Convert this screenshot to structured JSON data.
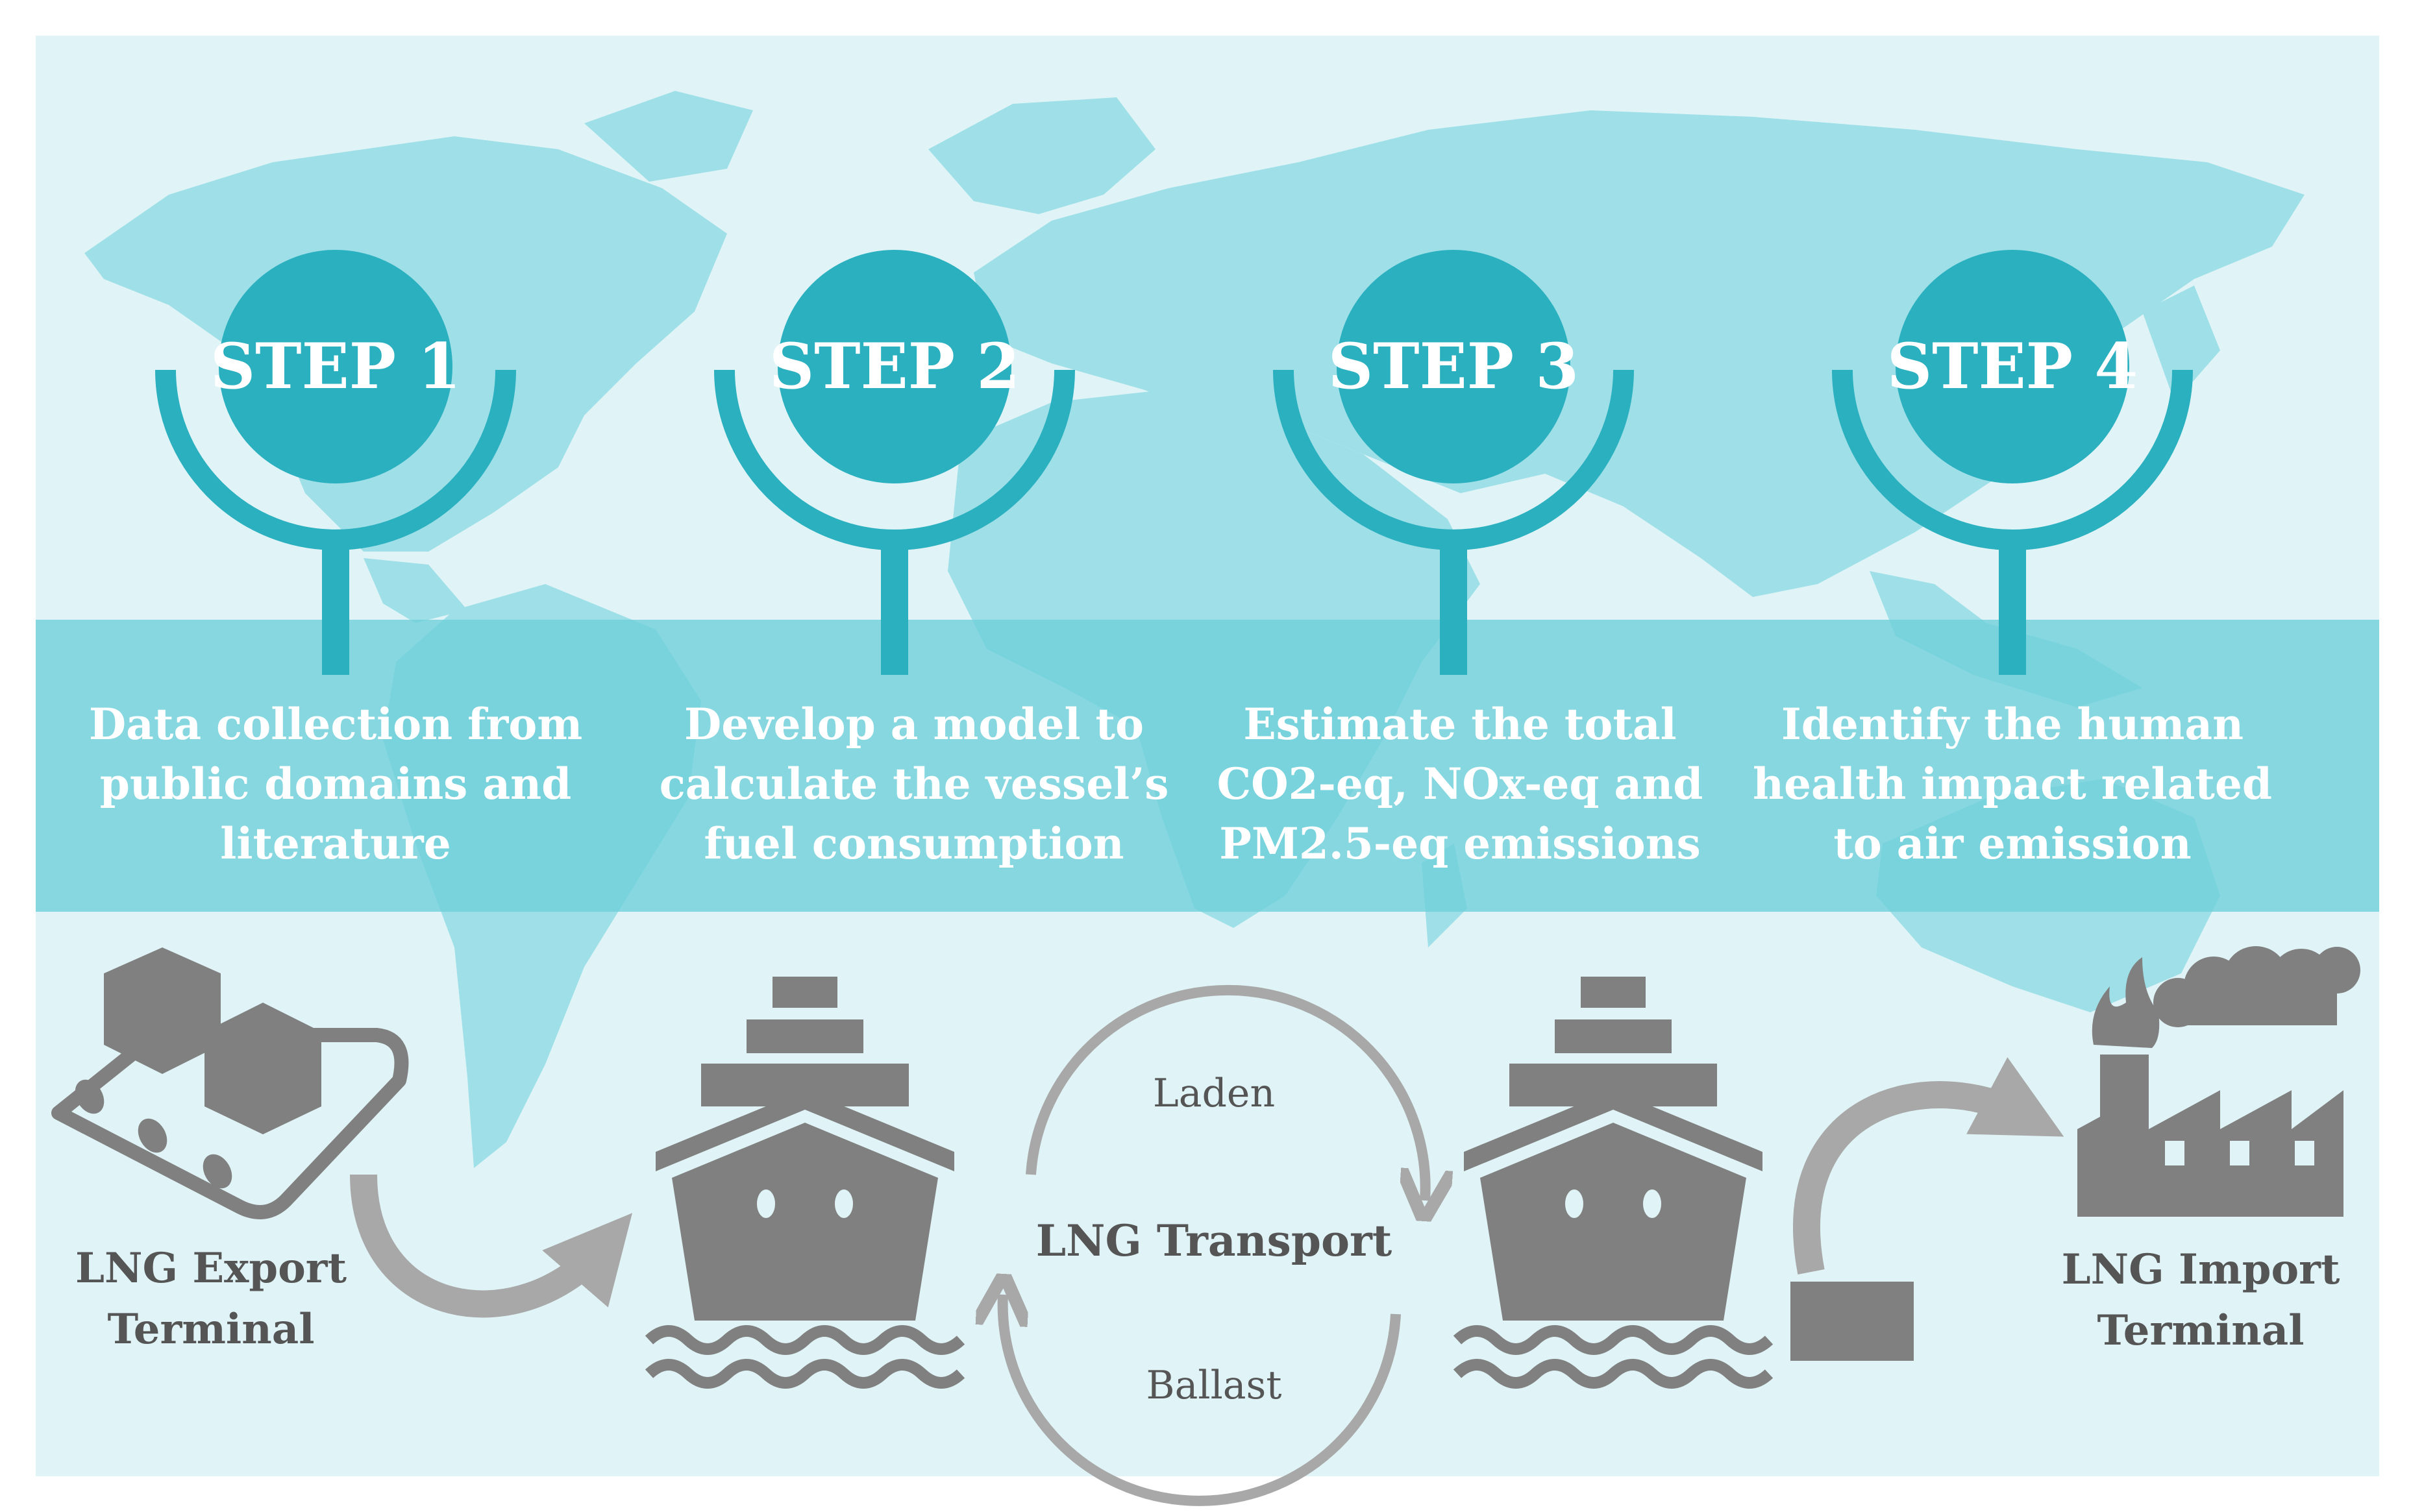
{
  "steps": [
    {
      "label": "STEP 1",
      "lines": [
        "Data collection from",
        "public domains and",
        "literature"
      ]
    },
    {
      "label": "STEP 2",
      "lines": [
        "Develop a model to",
        "calculate the vessel’s",
        "fuel consumption"
      ]
    },
    {
      "label": "STEP 3",
      "lines": [
        "Estimate the total",
        "CO2-eq, NOx-eq and",
        "PM2.5-eq emissions"
      ]
    },
    {
      "label": "STEP 4",
      "lines": [
        "Identify the human",
        "health impact related",
        "to air emission"
      ]
    }
  ],
  "export_terminal": [
    "LNG Export",
    "Terminal"
  ],
  "import_terminal": [
    "LNG Import",
    "Terminal"
  ],
  "transport": {
    "center": "LNG Transport",
    "top": "Laden",
    "bottom": "Ballast"
  },
  "colors": {
    "background": "#e0f4f7",
    "map": "#9fe0e8",
    "band": "#6fd0da",
    "step_accent": "#2bb0c0",
    "icon_gray": "#808080",
    "arrow_gray": "#a8a8a8"
  },
  "icons": [
    "world-map",
    "ship-icon",
    "factory-icon",
    "conveyor-boxes-icon",
    "cargo-box-icon"
  ]
}
